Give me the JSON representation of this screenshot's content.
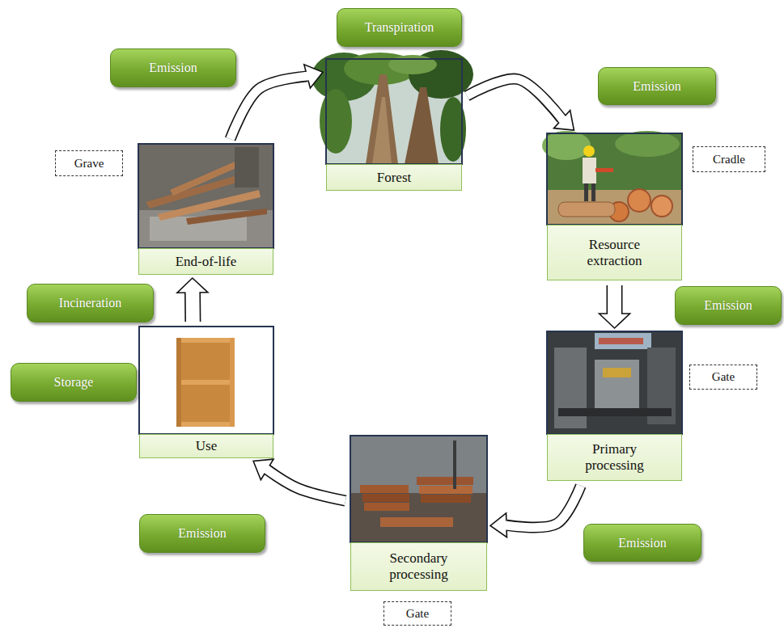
{
  "diagram": {
    "nodes": [
      {
        "text": [
          "Transpiration"
        ]
      },
      {
        "text": [
          "Emission"
        ]
      },
      {
        "text": [
          "Forest"
        ]
      },
      {
        "text": [
          "Emission"
        ]
      },
      {
        "text": [
          "Grave"
        ]
      },
      {
        "text": [
          "Cradle"
        ]
      },
      {
        "text": [
          "Resource extraction"
        ]
      },
      {
        "text": [
          "Emission"
        ]
      },
      {
        "text": [
          "Gate"
        ]
      },
      {
        "text": [
          "Primary processing"
        ]
      },
      {
        "text": [
          "End-of-life"
        ]
      },
      {
        "text": [
          "Incineration"
        ]
      },
      {
        "text": [
          "Storage"
        ]
      },
      {
        "text": [
          "Use"
        ]
      },
      {
        "text": [
          "Emission"
        ]
      },
      {
        "text": [
          "Emission"
        ]
      },
      {
        "text": [
          "Secondary processing"
        ]
      },
      {
        "text": [
          "Gate"
        ]
      }
    ],
    "edges": [
      {
        "from": 2,
        "to": 6,
        "arrow": "to"
      },
      {
        "from": 6,
        "to": 9,
        "arrow": "to"
      },
      {
        "from": 9,
        "to": 16,
        "arrow": "to"
      },
      {
        "from": 16,
        "to": 13,
        "arrow": "to"
      },
      {
        "from": 13,
        "to": 10,
        "arrow": "to"
      },
      {
        "from": 10,
        "to": 2,
        "arrow": "to"
      }
    ]
  }
}
